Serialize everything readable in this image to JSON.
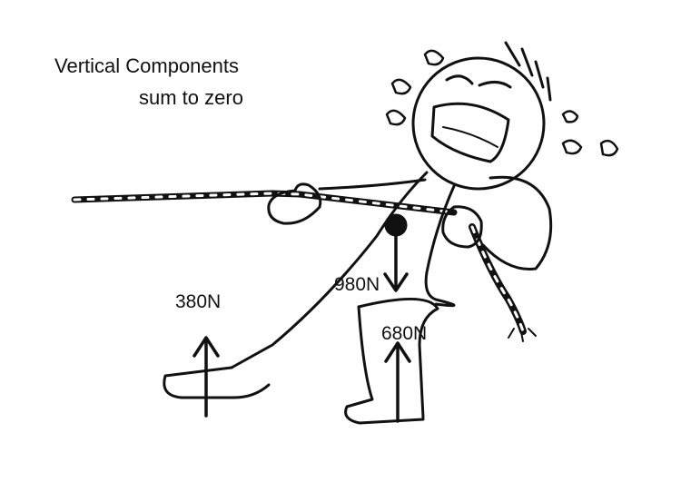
{
  "title": {
    "line1": "Vertical Components",
    "line2": "sum to zero"
  },
  "forces": [
    {
      "label": "380N",
      "direction": "up"
    },
    {
      "label": "980N",
      "direction": "down"
    },
    {
      "label": "680N",
      "direction": "up"
    }
  ],
  "colors": {
    "ink": "#111111",
    "background": "#ffffff"
  },
  "icons": {
    "character": "crying-stick-figure",
    "rope": "twisted-rope",
    "center_of_mass": "filled-dot"
  }
}
